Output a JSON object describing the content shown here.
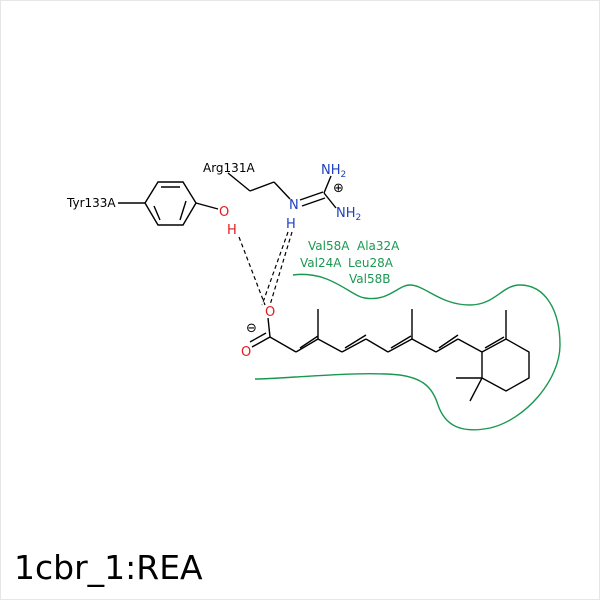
{
  "caption": "1cbr_1:REA",
  "residues": {
    "tyr": "Tyr133A",
    "arg": "Arg131A",
    "hydrophobic": [
      "Val58A",
      "Ala32A",
      "Val24A",
      "Leu28A",
      "Val58B"
    ]
  },
  "atoms": {
    "oxygen": "O",
    "hydrogen": "H",
    "nitrogen": "N",
    "nh2": "NH",
    "nh2_sub": "2",
    "plus": "⊕",
    "minus": "⊖"
  },
  "colors": {
    "hydrophobic": "#1a9850",
    "oxygen": "#e31a1c",
    "nitrogen": "#1f3fbf",
    "bond": "#000000"
  }
}
